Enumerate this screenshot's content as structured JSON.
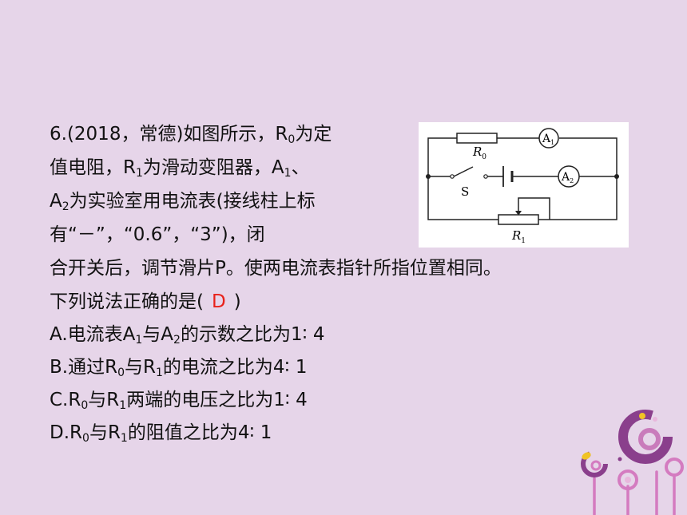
{
  "question": {
    "line1": {
      "a": "6.(2018，常德)如图所示，R",
      "s1": "0",
      "b": "为定"
    },
    "line2": {
      "a": "值电阻，R",
      "s1": "1",
      "b": "为滑动变阻器，A",
      "s2": "1",
      "c": "、"
    },
    "line3": {
      "a": "A",
      "s1": "2",
      "b": "为实验室用电流表(接线柱上标"
    },
    "line4": {
      "a": "有“－”，“0.6”，“3”)，闭"
    },
    "line5": {
      "a": "合开关后，调节滑片P。使两电流表指针所指位置相同。"
    },
    "line6": {
      "a": "下列说法正确的是(",
      "answer": "D",
      "b": ")"
    }
  },
  "options": {
    "a": {
      "t1": "A.电流表A",
      "s1": "1",
      "t2": "与A",
      "s2": "2",
      "t3": "的示数之比为1∶ 4"
    },
    "b": {
      "t1": "B.通过R",
      "s1": "0",
      "t2": "与R",
      "s2": "1",
      "t3": "的电流之比为4∶ 1"
    },
    "c": {
      "t1": "C.R",
      "s1": "0",
      "t2": "与R",
      "s2": "1",
      "t3": "两端的电压之比为1∶ 4"
    },
    "d": {
      "t1": "D.R",
      "s1": "0",
      "t2": "与R",
      "s2": "1",
      "t3": "的阻值之比为4∶ 1"
    }
  },
  "circuit": {
    "r0_label": "R",
    "r0_sub": "0",
    "r1_label": "R",
    "r1_sub": "1",
    "a1_label": "A",
    "a1_sub": "1",
    "a2_label": "A",
    "a2_sub": "2",
    "switch_label": "S",
    "wire_color": "#222222"
  },
  "colors": {
    "background": "#e6d5e9",
    "answer": "#e8221b",
    "deco_purple": "#8a3f8c",
    "deco_pink": "#d47bc0",
    "deco_yellow": "#f0c324"
  }
}
